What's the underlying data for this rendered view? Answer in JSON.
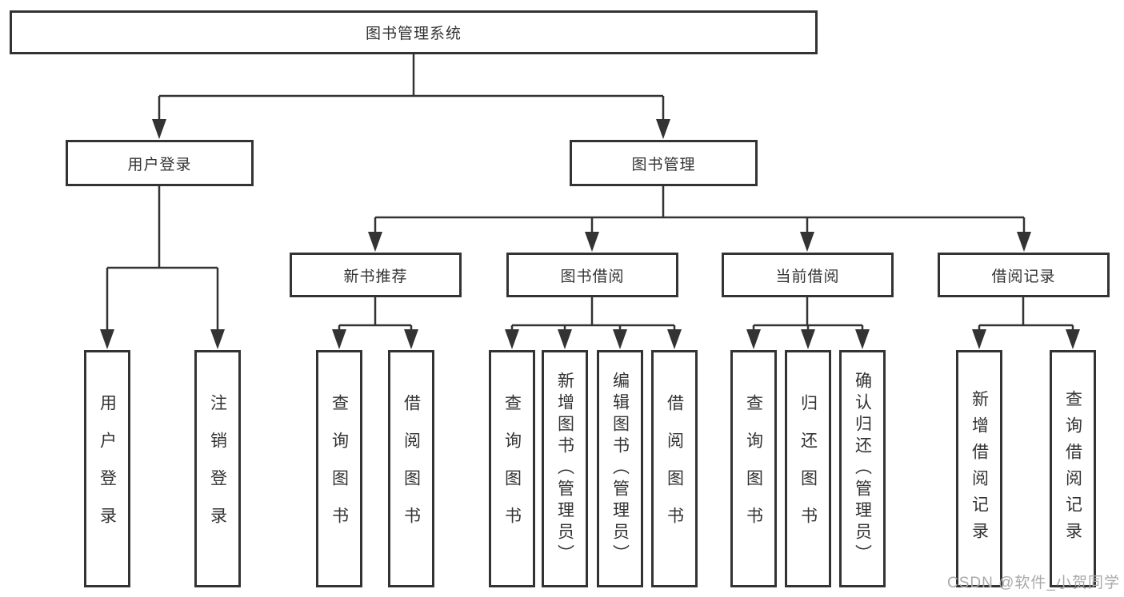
{
  "colors": {
    "line": "#333333",
    "box_border": "#333333",
    "text": "#333333",
    "background": "#ffffff",
    "watermark": "#a9a9a9"
  },
  "tree": {
    "root": {
      "label": "图书管理系统"
    },
    "level2": [
      {
        "label": "用户登录"
      },
      {
        "label": "图书管理"
      }
    ],
    "level3": [
      {
        "label": "新书推荐",
        "parent": "图书管理"
      },
      {
        "label": "图书借阅",
        "parent": "图书管理"
      },
      {
        "label": "当前借阅",
        "parent": "图书管理"
      },
      {
        "label": "借阅记录",
        "parent": "图书管理"
      }
    ],
    "leaves": [
      {
        "label": "用户登录",
        "parent": "用户登录"
      },
      {
        "label": "注销登录",
        "parent": "用户登录"
      },
      {
        "label": "查询图书",
        "parent": "新书推荐"
      },
      {
        "label": "借阅图书",
        "parent": "新书推荐"
      },
      {
        "label": "查询图书",
        "parent": "图书借阅"
      },
      {
        "label": "新增图书（管理员）",
        "parent": "图书借阅"
      },
      {
        "label": "编辑图书（管理员）",
        "parent": "图书借阅"
      },
      {
        "label": "借阅图书",
        "parent": "图书借阅"
      },
      {
        "label": "查询图书",
        "parent": "当前借阅"
      },
      {
        "label": "归还图书",
        "parent": "当前借阅"
      },
      {
        "label": "确认归还（管理员）",
        "parent": "当前借阅"
      },
      {
        "label": "新增借阅记录",
        "parent": "借阅记录"
      },
      {
        "label": "查询借阅记录",
        "parent": "借阅记录"
      }
    ]
  },
  "watermark": {
    "text": "CSDN @软件_小贺同学"
  }
}
